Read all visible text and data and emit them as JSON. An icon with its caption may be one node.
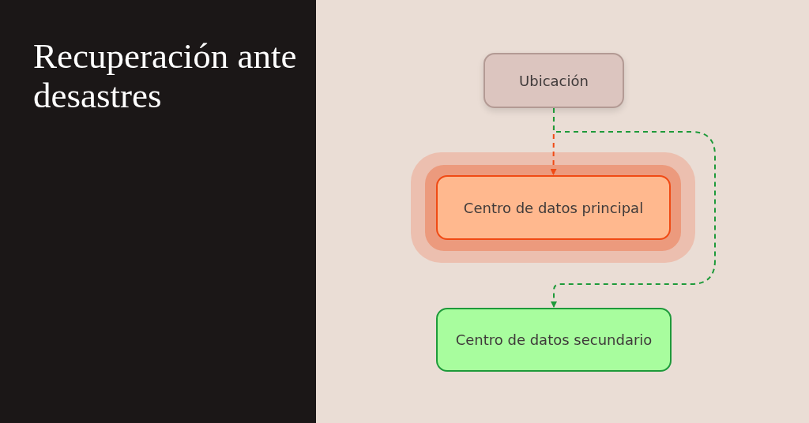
{
  "diagram": {
    "title": "Recuperación ante desastres",
    "nodes": [
      {
        "text": [
          "Ubicación"
        ]
      },
      {
        "text": [
          "Centro de datos principal"
        ]
      },
      {
        "text": [
          "Centro de datos secundario"
        ]
      }
    ],
    "edges": [
      {
        "from": 0,
        "to": 1,
        "arrow": "to",
        "style": "dashed",
        "color": "#f04a14"
      },
      {
        "from": 0,
        "to": 2,
        "arrow": "to",
        "style": "dashed",
        "color": "#1e9a3a"
      }
    ]
  }
}
